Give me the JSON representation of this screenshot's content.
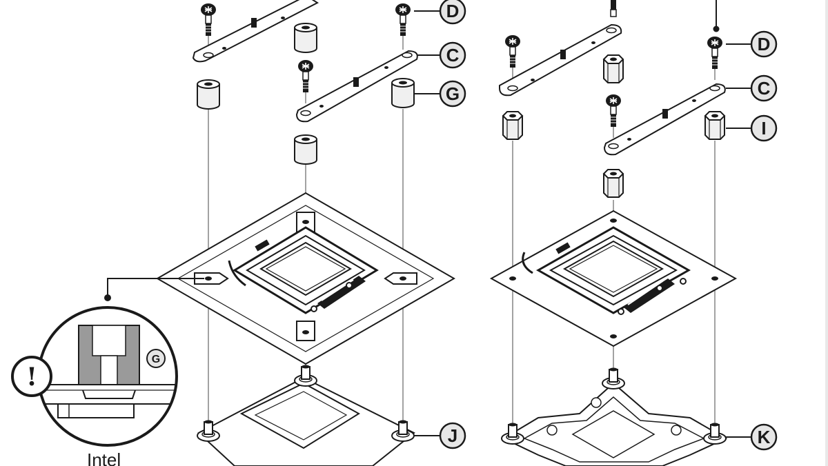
{
  "diagram": {
    "callouts": {
      "left_d": "D",
      "left_c": "C",
      "left_g": "G",
      "left_j": "J",
      "right_d": "D",
      "right_c": "C",
      "right_i": "I",
      "right_k": "K",
      "detail_g": "G"
    },
    "warning_symbol": "!",
    "detail_caption": "Intel",
    "colors": {
      "line": "#1a1a1a",
      "arrow": "#8a8a8a",
      "callout_fill": "#e6e6e6",
      "detail_fill": "#9a9a9a"
    },
    "icons": [
      "screw-icon",
      "standoff-icon",
      "hex-nut-icon",
      "bracket-icon",
      "cpu-socket-icon",
      "backplate-icon",
      "warning-icon"
    ]
  }
}
